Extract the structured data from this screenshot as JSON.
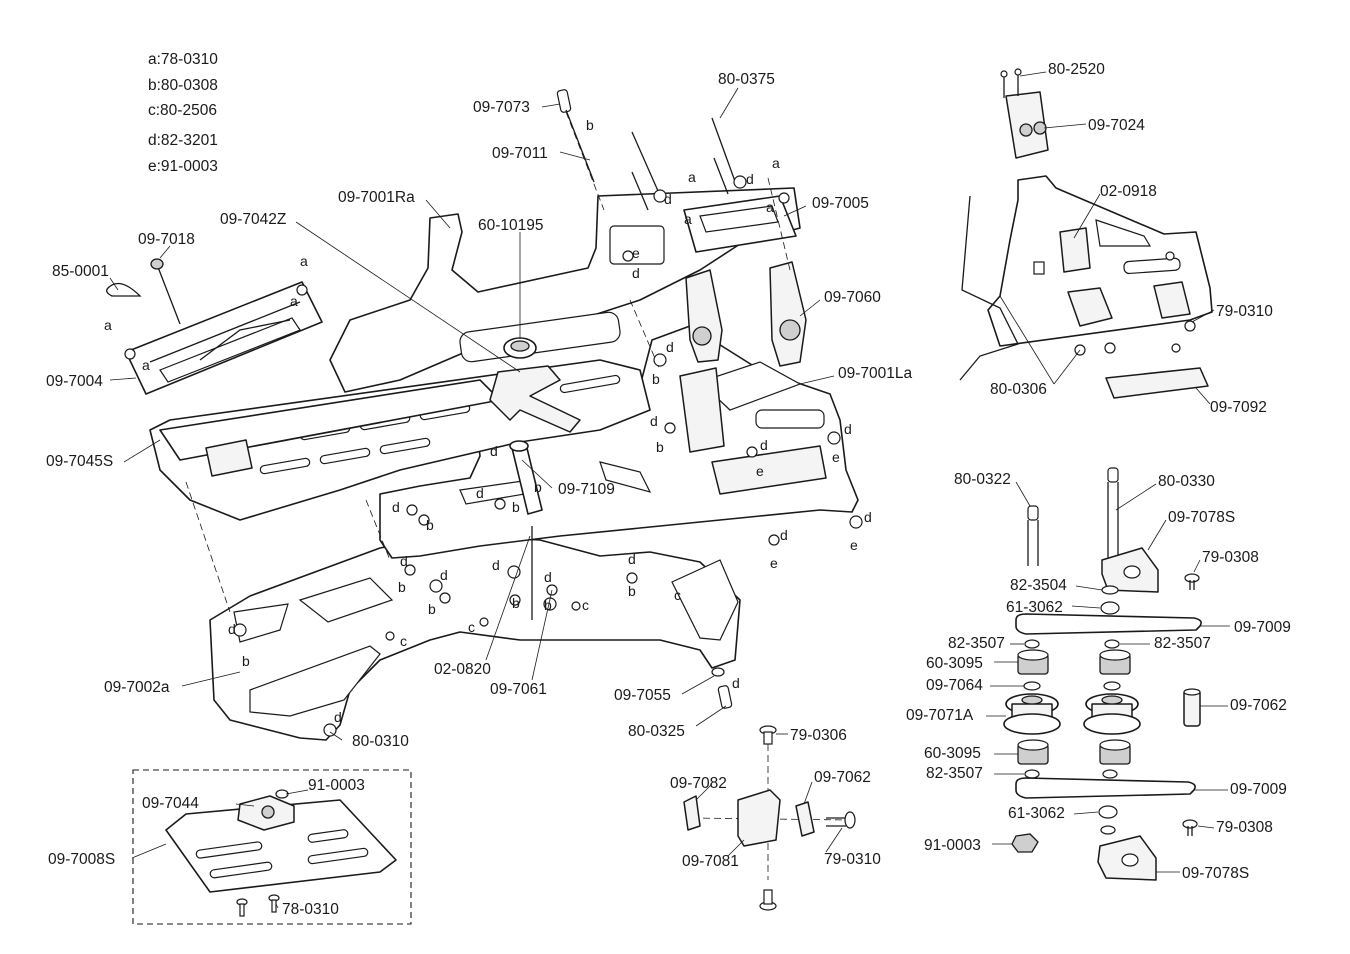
{
  "legend": [
    {
      "letter": "a",
      "part": "78-0310",
      "text": "a:78-0310"
    },
    {
      "letter": "b",
      "part": "80-0308",
      "text": "b:80-0308"
    },
    {
      "letter": "c",
      "part": "80-2506",
      "text": "c:80-2506"
    },
    {
      "letter": "d",
      "part": "82-3201",
      "text": "d:82-3201"
    },
    {
      "letter": "e",
      "part": "91-0003",
      "text": "e:91-0003"
    }
  ],
  "part_labels": {
    "p09_7073": "09-7073",
    "p09_7011": "09-7011",
    "p80_0375": "80-0375",
    "p09_7001Ra": "09-7001Ra",
    "p09_7042Z": "09-7042Z",
    "p60_10195": "60-10195",
    "p09_7018": "09-7018",
    "p85_0001": "85-0001",
    "p09_7004": "09-7004",
    "p09_7045S": "09-7045S",
    "p09_7005": "09-7005",
    "p09_7060": "09-7060",
    "p09_7001La": "09-7001La",
    "p09_7109": "09-7109",
    "p09_7002a": "09-7002a",
    "p02_0820": "02-0820",
    "p09_7061": "09-7061",
    "p80_0310_main": "80-0310",
    "p09_7055": "09-7055",
    "p80_0325": "80-0325",
    "p80_2520": "80-2520",
    "p09_7024": "09-7024",
    "p02_0918": "02-0918",
    "p79_0310_tr": "79-0310",
    "p80_0306": "80-0306",
    "p09_7092": "09-7092",
    "p80_0322": "80-0322",
    "p80_0330": "80-0330",
    "p09_7078S_top": "09-7078S",
    "p79_0308_top": "79-0308",
    "p82_3504": "82-3504",
    "p61_3062_top": "61-3062",
    "p09_7009_top": "09-7009",
    "p82_3507_l": "82-3507",
    "p82_3507_r": "82-3507",
    "p60_3095_top": "60-3095",
    "p09_7064": "09-7064",
    "p09_7071A": "09-7071A",
    "p09_7062_r": "09-7062",
    "p60_3095_bot": "60-3095",
    "p82_3507_bot": "82-3507",
    "p09_7009_bot": "09-7009",
    "p61_3062_bot": "61-3062",
    "p79_0308_bot": "79-0308",
    "p91_0003_r": "91-0003",
    "p09_7078S_bot": "09-7078S",
    "p79_0306": "79-0306",
    "p09_7082": "09-7082",
    "p09_7062_m": "09-7062",
    "p09_7081": "09-7081",
    "p79_0310_m": "79-0310",
    "p09_7044": "09-7044",
    "p91_0003_box": "91-0003",
    "p09_7008S": "09-7008S",
    "p78_0310_box": "78-0310"
  },
  "fastener_letters": {
    "a": "a",
    "b": "b",
    "c": "c",
    "d": "d",
    "e": "e"
  }
}
